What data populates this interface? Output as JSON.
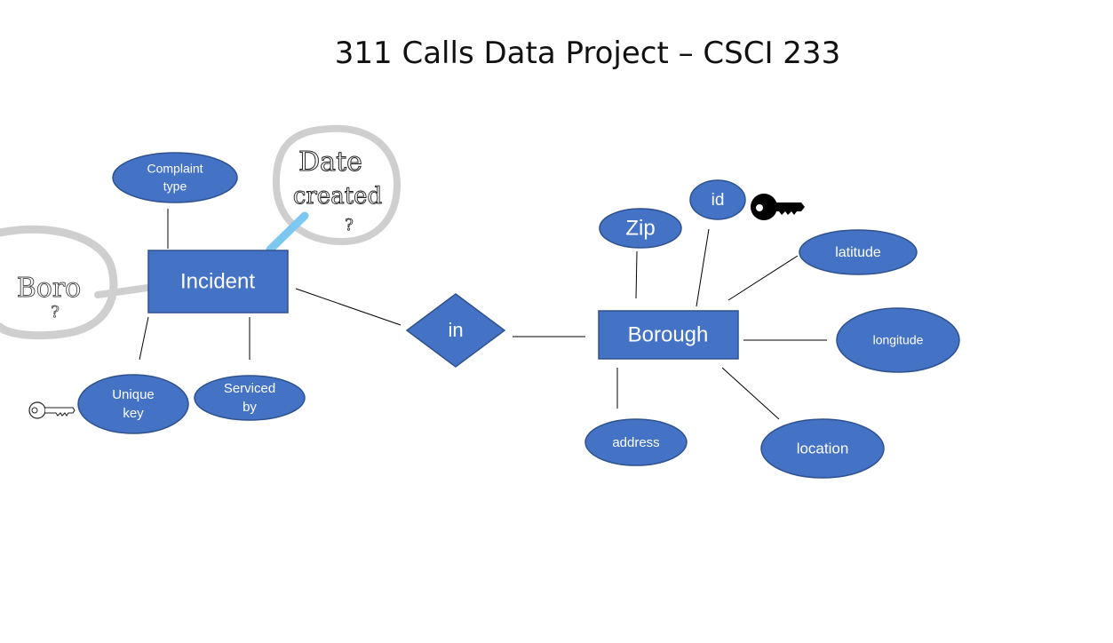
{
  "title": "311 Calls Data Project – CSCI 233",
  "colors": {
    "shape_fill": "#4472C4",
    "shape_stroke": "#2F528F",
    "connector": "#000000",
    "sketch_circle": "#CFCFCF",
    "sketch_link": "#7CC8F0"
  },
  "entities": {
    "incident": "Incident",
    "borough": "Borough"
  },
  "relationship": "in",
  "incident_attributes": {
    "complaint_type": [
      "Complaint",
      "type"
    ],
    "unique_key": [
      "Unique",
      "key"
    ],
    "serviced_by": [
      "Serviced",
      "by"
    ]
  },
  "borough_attributes": {
    "zip": "Zip",
    "id": "id",
    "latitude": "latitude",
    "longitude": "longitude",
    "address": "address",
    "location": "location"
  },
  "handwritten": {
    "date_created": [
      "Date",
      "created",
      "?"
    ],
    "boro": [
      "Boro",
      "?"
    ]
  },
  "icons": [
    "key-icon-incident",
    "key-icon-borough"
  ]
}
